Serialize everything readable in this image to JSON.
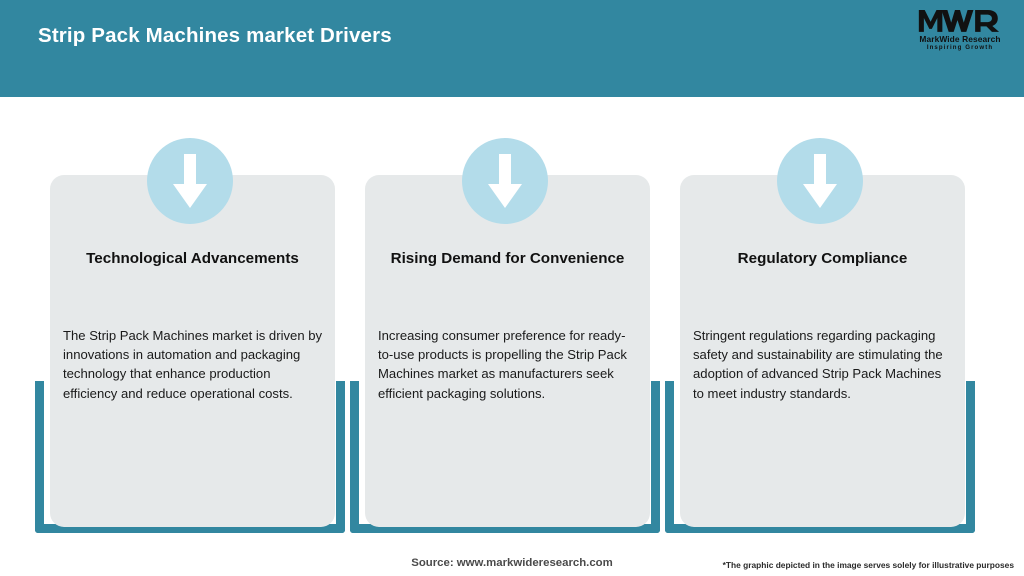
{
  "header": {
    "title": "Strip Pack Machines market Drivers",
    "background_color": "#3287A0",
    "title_color": "#FFFFFF"
  },
  "logo": {
    "mark": "MWR",
    "name": "MarkWide Research",
    "tagline": "Inspiring Growth"
  },
  "theme": {
    "accent_teal": "#3287A0",
    "card_background": "#E6E9EA",
    "icon_circle": "#B3DCEA",
    "arrow_color": "#FFFFFF",
    "page_background": "#FFFFFF"
  },
  "cards": [
    {
      "icon": "arrow-down-icon",
      "title": "Technological Advancements",
      "body": "The Strip Pack Machines market is driven by innovations in automation and packaging technology that enhance production efficiency and reduce operational costs."
    },
    {
      "icon": "arrow-down-icon",
      "title": "Rising Demand for Convenience",
      "body": "Increasing consumer preference for ready-to-use products is propelling the Strip Pack Machines market as manufacturers seek efficient packaging solutions."
    },
    {
      "icon": "arrow-down-icon",
      "title": "Regulatory Compliance",
      "body": "Stringent regulations regarding packaging safety and sustainability are stimulating the adoption of advanced Strip Pack Machines to meet industry standards."
    }
  ],
  "footer": {
    "source": "Source: www.markwideresearch.com",
    "disclaimer": "*The graphic depicted in the image serves solely for illustrative purposes"
  }
}
